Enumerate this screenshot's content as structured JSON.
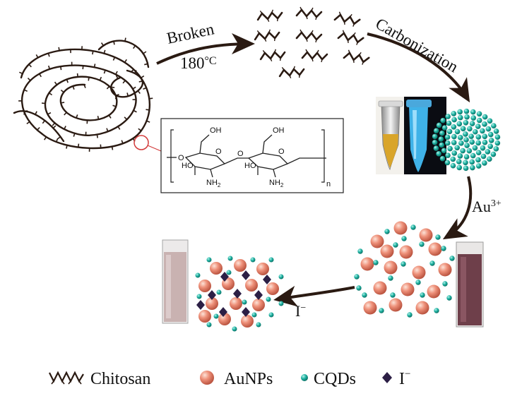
{
  "labels": {
    "broken": "Broken",
    "temperature": "180",
    "degree_unit": "°C",
    "carbonization": "Carbonization",
    "au_base": "Au",
    "au_charge": "3+",
    "iodide_base": "I",
    "iodide_charge": "−"
  },
  "structure": {
    "oh_top_1": "OH",
    "oh_top_2": "OH",
    "ho_1": "HO",
    "ho_2": "HO",
    "o_left": "O",
    "o_mid": "O",
    "ring_o_1": "O",
    "ring_o_2": "O",
    "nh2_1": "NH",
    "nh2_1_sub": "2",
    "nh2_2": "NH",
    "nh2_2_sub": "2",
    "repeat_n": "n"
  },
  "legend": [
    {
      "label": "Chitosan",
      "icon": "chitosan-chain-icon"
    },
    {
      "label": "AuNPs",
      "icon": "aunp-sphere-icon"
    },
    {
      "label": "CQDs",
      "icon": "cqd-dot-icon"
    },
    {
      "label": "I",
      "charge": "−",
      "icon": "iodide-diamond-icon"
    }
  ],
  "colors": {
    "chain": "#2a1a12",
    "cqd": "#1aa898",
    "aunp": "#e5826a",
    "iodide": "#2c1f45",
    "highlight_circle": "#d23a3a",
    "yellow_solution": "#d9a52a",
    "blue_solution": "#3fb2e8",
    "wine_solution": "#6e3f4a",
    "pale_solution": "#c9b2b1"
  }
}
